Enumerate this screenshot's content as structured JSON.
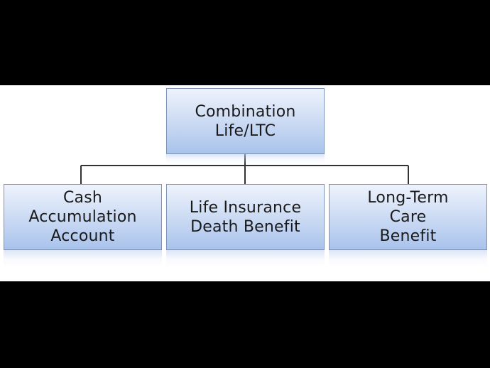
{
  "diagram": {
    "root": {
      "label": "Combination\nLife/LTC"
    },
    "children": [
      {
        "label": "Cash\nAccumulation\nAccount"
      },
      {
        "label": "Life Insurance\nDeath Benefit"
      },
      {
        "label": "Long-Term\nCare\nBenefit"
      }
    ]
  },
  "colors": {
    "background": "#000000",
    "panel": "#ffffff",
    "node_border": "#7b93b7",
    "node_fill_top": "#eef3fc",
    "node_fill_bottom": "#a9c3ec",
    "connector": "#333333",
    "text": "#1a1a1a"
  }
}
